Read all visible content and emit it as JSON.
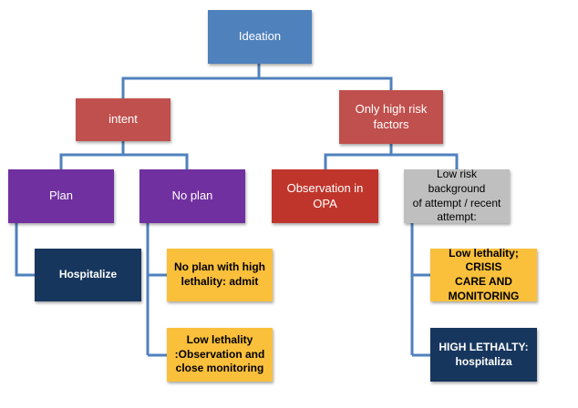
{
  "diagram": {
    "ideation": "Ideation",
    "intent": "intent",
    "only_high_risk": "Only high risk\nfactors",
    "plan": "Plan",
    "no_plan": "No plan",
    "observation_opa": "Observation in OPA",
    "low_risk_background": "Low risk background\nof attempt / recent\nattempt:",
    "hospitalize": "Hospitalize",
    "no_plan_high_lethality": "No plan with high\nlethality: admit",
    "low_lethality_observation": "Low lethality\n:Observation and\nclose monitoring",
    "low_lethality_crisis": "Low lethality; CRISIS\nCARE AND\nMONITORING",
    "high_lethality": "HIGH LETHALTY:\nhospitaliza"
  },
  "colors": {
    "connector": "#4f81bd",
    "blue": "#4f81bd",
    "red": "#c0504d",
    "purple": "#7030a0",
    "dark_red": "#c0352b",
    "gray": "#bfbfbf",
    "navy": "#17365d",
    "yellow": "#fac03c"
  }
}
